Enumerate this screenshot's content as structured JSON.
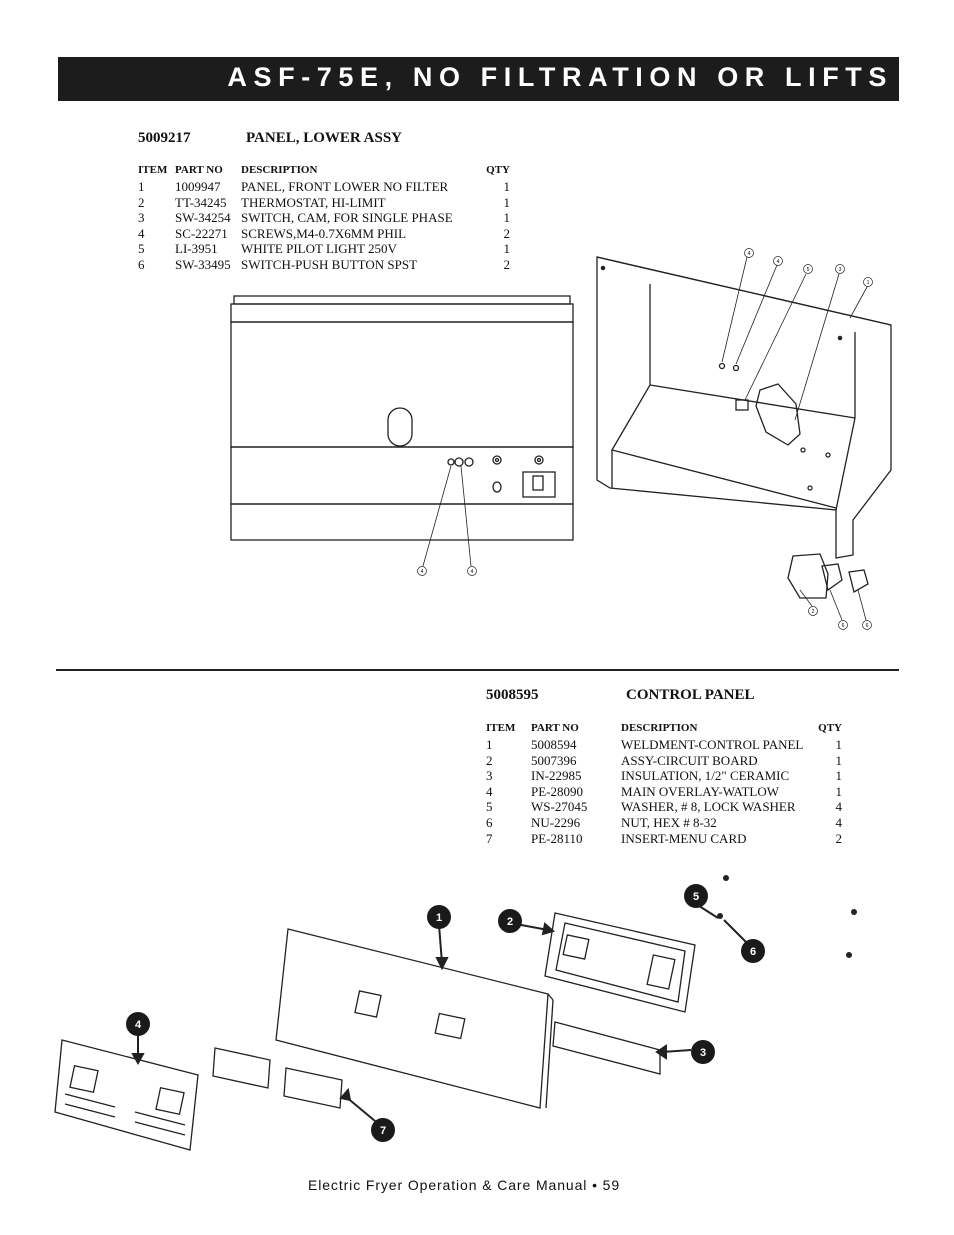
{
  "page": {
    "banner_title": "ASF-75E, NO FILTRATION OR LIFTS",
    "footer": "Electric Fryer Operation & Care Manual • 59"
  },
  "section1": {
    "part_no": "5009217",
    "title": "PANEL, LOWER ASSY",
    "columns": [
      "ITEM",
      "PART NO",
      "DESCRIPTION",
      "QTY"
    ],
    "rows": [
      [
        "1",
        "1009947",
        "PANEL, FRONT LOWER NO FILTER",
        "1"
      ],
      [
        "2",
        "TT-34245",
        "THERMOSTAT, HI-LIMIT",
        "1"
      ],
      [
        "3",
        "SW-34254",
        "SWITCH, CAM, FOR SINGLE PHASE",
        "1"
      ],
      [
        "4",
        "SC-22271",
        "SCREWS,M4-0.7X6MM PHIL",
        "2"
      ],
      [
        "5",
        "LI-3951",
        "WHITE PILOT LIGHT 250V",
        "1"
      ],
      [
        "6",
        "SW-33495",
        "SWITCH-PUSH BUTTON SPST",
        "2"
      ]
    ],
    "diagram_callouts": [
      "4",
      "4",
      "4",
      "4",
      "5",
      "3",
      "1",
      "2",
      "6",
      "6"
    ]
  },
  "section2": {
    "part_no": "5008595",
    "title": "CONTROL PANEL",
    "columns": [
      "ITEM",
      "PART NO",
      "DESCRIPTION",
      "QTY"
    ],
    "rows": [
      [
        "1",
        "5008594",
        "WELDMENT-CONTROL PANEL",
        "1"
      ],
      [
        "2",
        "5007396",
        "ASSY-CIRCUIT BOARD",
        "1"
      ],
      [
        "3",
        "IN-22985",
        "INSULATION, 1/2\" CERAMIC",
        "1"
      ],
      [
        "4",
        "PE-28090",
        "MAIN OVERLAY-WATLOW",
        "1"
      ],
      [
        "5",
        "WS-27045",
        "WASHER, # 8, LOCK WASHER",
        "4"
      ],
      [
        "6",
        "NU-2296",
        "NUT, HEX # 8-32",
        "4"
      ],
      [
        "7",
        "PE-28110",
        "INSERT-MENU CARD",
        "2"
      ]
    ],
    "diagram_callouts": [
      "1",
      "2",
      "3",
      "4",
      "5",
      "6",
      "7"
    ]
  }
}
